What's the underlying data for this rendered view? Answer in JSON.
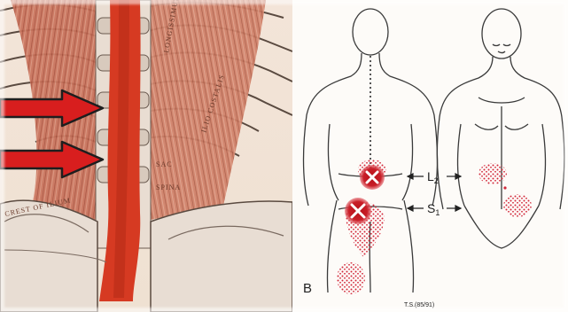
{
  "colors": {
    "muscle": "#c96a4f",
    "muscle_dark": "#8e3b28",
    "spine_highlight": "#d63a22",
    "arrow_fill": "#d81e1e",
    "arrow_outline": "#222222",
    "trigger_point": "#c6141c",
    "pain_stipple": "#d2283a",
    "line_art": "#3a3a3a"
  },
  "panel_a": {
    "arrows": [
      "right-arrow",
      "right-arrow"
    ],
    "muscle_text": {
      "longissimus": "LONGISSIMUS",
      "iliocostalis": "ILIO COSTALIS",
      "sac": "SAC",
      "spina": "SPINA",
      "crest": "CREST OF ILIUM"
    }
  },
  "panel_b": {
    "letter": "B",
    "level_upper": {
      "main": "L",
      "sub": "2"
    },
    "level_lower": {
      "main": "S",
      "sub": "1"
    },
    "trigger_marks": [
      "x-mark",
      "x-mark"
    ],
    "caption": "T.S.(85/91)"
  }
}
